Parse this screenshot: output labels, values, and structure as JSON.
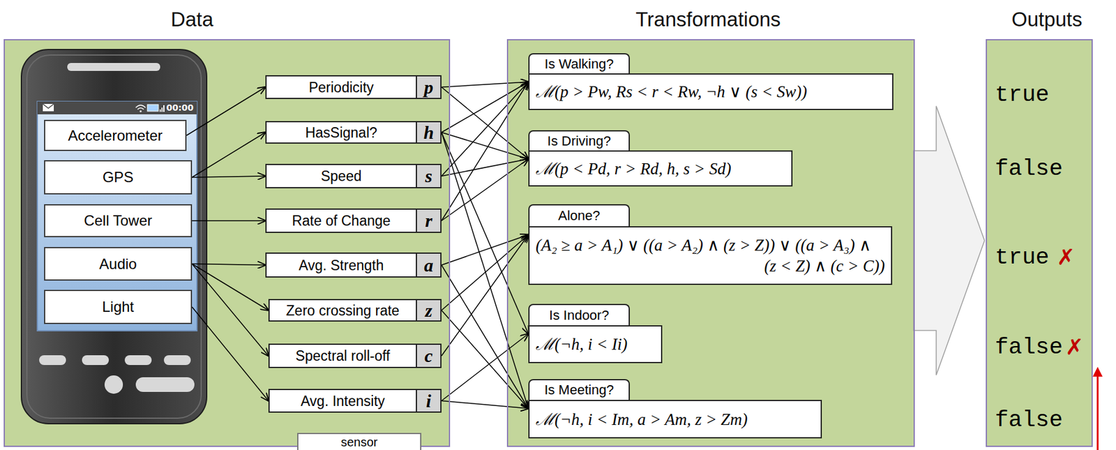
{
  "diagram": {
    "nodes": [
      {
        "text": [
          "Data"
        ]
      },
      {
        "text": [
          "Accelerometer"
        ],
        "in": 0
      },
      {
        "text": [
          "GPS"
        ],
        "in": 0
      },
      {
        "text": [
          "Cell Tower"
        ],
        "in": 0
      },
      {
        "text": [
          "Audio"
        ],
        "in": 0
      },
      {
        "text": [
          "Light"
        ],
        "in": 0
      },
      {
        "text": [
          "Periodicity",
          "p"
        ],
        "in": 0
      },
      {
        "text": [
          "HasSignal?",
          "h"
        ],
        "in": 0
      },
      {
        "text": [
          "Speed",
          "s"
        ],
        "in": 0
      },
      {
        "text": [
          "Rate of Change",
          "r"
        ],
        "in": 0
      },
      {
        "text": [
          "Avg. Strength",
          "a"
        ],
        "in": 0
      },
      {
        "text": [
          "Zero crossing rate",
          "z"
        ],
        "in": 0
      },
      {
        "text": [
          "Spectral roll-off",
          "c"
        ],
        "in": 0
      },
      {
        "text": [
          "Avg. Intensity",
          "i"
        ],
        "in": 0
      },
      {
        "text": [
          "sensor"
        ]
      },
      {
        "text": [
          "Transformations"
        ]
      },
      {
        "text": [
          "Is Walking?",
          "ℳ(p > Pw, Rs < r < Rw, ¬h ∨ (s < Sw))"
        ],
        "in": 15
      },
      {
        "text": [
          "Is Driving?",
          "ℳ(p < Pd, r > Rd, h, s > Sd)"
        ],
        "in": 15
      },
      {
        "text": [
          "Alone?",
          "(A₂ ≥ a > A₁) ∨ ((a > A₂) ∧ (z > Z)) ∨ ((a > A₃) ∧ (z < Z) ∧ (c > C))"
        ],
        "in": 15
      },
      {
        "text": [
          "Is Indoor?",
          "ℳ(¬h, i < Ii)"
        ],
        "in": 15
      },
      {
        "text": [
          "Is Meeting?",
          "ℳ(¬h, i < Im, a > Am, z > Zm)"
        ],
        "in": 15
      },
      {
        "text": [
          "Outputs",
          "true",
          "false",
          "true",
          "false",
          "false"
        ]
      }
    ],
    "edges": [
      {
        "from": 1,
        "to": 6,
        "arrow": "to"
      },
      {
        "from": 2,
        "to": 7,
        "arrow": "to"
      },
      {
        "from": 2,
        "to": 8,
        "arrow": "to"
      },
      {
        "from": 3,
        "to": 9,
        "arrow": "to"
      },
      {
        "from": 4,
        "to": 10,
        "arrow": "to"
      },
      {
        "from": 4,
        "to": 11,
        "arrow": "to"
      },
      {
        "from": 4,
        "to": 12,
        "arrow": "to"
      },
      {
        "from": 5,
        "to": 13,
        "arrow": "to"
      },
      {
        "from": 6,
        "to": 16,
        "arrow": "to"
      },
      {
        "from": 7,
        "to": 16,
        "arrow": "to"
      },
      {
        "from": 8,
        "to": 16,
        "arrow": "to"
      },
      {
        "from": 9,
        "to": 16,
        "arrow": "to"
      },
      {
        "from": 6,
        "to": 17,
        "arrow": "to"
      },
      {
        "from": 7,
        "to": 17,
        "arrow": "to"
      },
      {
        "from": 8,
        "to": 17,
        "arrow": "to"
      },
      {
        "from": 9,
        "to": 17,
        "arrow": "to"
      },
      {
        "from": 10,
        "to": 18,
        "arrow": "to"
      },
      {
        "from": 11,
        "to": 18,
        "arrow": "to"
      },
      {
        "from": 12,
        "to": 18,
        "arrow": "to"
      },
      {
        "from": 7,
        "to": 19,
        "arrow": "to"
      },
      {
        "from": 13,
        "to": 19,
        "arrow": "to"
      },
      {
        "from": 7,
        "to": 20,
        "arrow": "to"
      },
      {
        "from": 13,
        "to": 20,
        "arrow": "to"
      },
      {
        "from": 10,
        "to": 20,
        "arrow": "to"
      },
      {
        "from": 11,
        "to": 20,
        "arrow": "to"
      },
      {
        "from": 15,
        "to": 21,
        "arrow": "to"
      }
    ],
    "labels": [
      "00:00",
      "✗",
      "✗"
    ]
  }
}
